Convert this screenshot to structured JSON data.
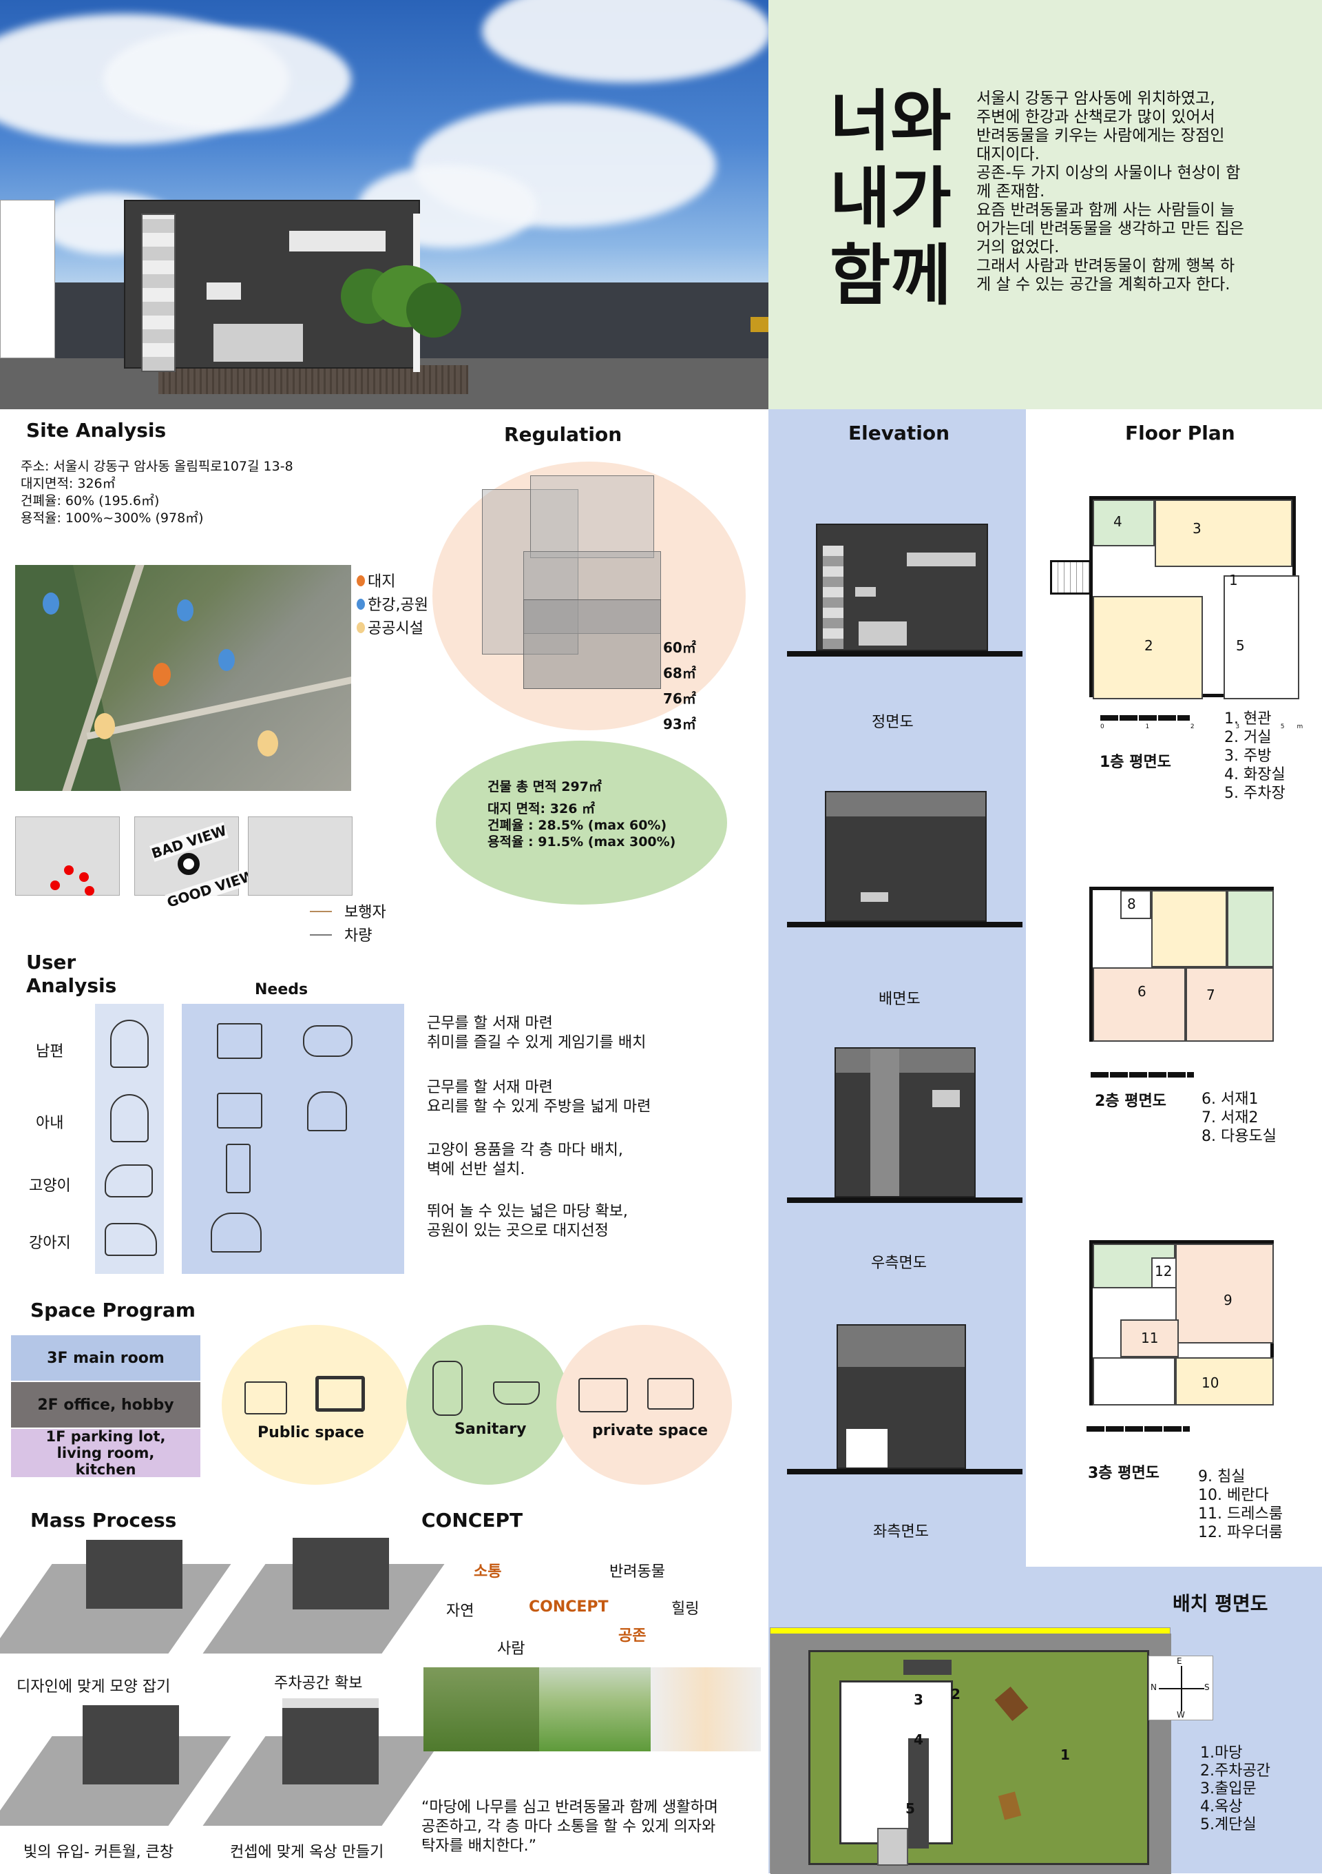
{
  "title": {
    "line1": "너와",
    "line2": "내가",
    "line3": "함께"
  },
  "intro": "서울시 강동구 암사동에 위치하였고,\n주변에 한강과 산책로가 많이 있어서\n반려동물을 키우는 사람에게는 장점인\n대지이다.\n공존-두 가지 이상의 사물이나 현상이 함\n께 존재함.\n요즘 반려동물과 함께 사는 사람들이 늘\n어가는데 반려동물을 생각하고 만든 집은\n거의 없었다.\n그래서 사람과 반려동물이 함께 행복 하\n게 살 수 있는 공간을 계획하고자 한다.",
  "site_analysis": {
    "heading": "Site Analysis",
    "info": "주소: 서울시 강동구 암사동 올림픽로107길 13-8\n대지면적: 326㎡\n건폐율: 60% (195.6㎡)\n용적율: 100%~300% (978㎡)",
    "legend": [
      "대지",
      "한강,공원",
      "공공시설"
    ],
    "legend_colors": [
      "#e87a2e",
      "#4a8fd8",
      "#f3d08a"
    ],
    "bad_view": "BAD VIEW",
    "good_view": "GOOD VIEW",
    "traffic": [
      "보행자",
      "차량"
    ]
  },
  "regulation": {
    "heading": "Regulation",
    "areas": [
      "60㎡",
      "68㎡",
      "76㎡",
      "93㎡"
    ],
    "summary_title": "건물 총 면적 297㎡",
    "summary": "대지 면적: 326 ㎡\n건폐율 : 28.5% (max 60%)\n용적율 : 91.5% (max 300%)"
  },
  "elevation": {
    "heading": "Elevation",
    "labels": [
      "정면도",
      "배면도",
      "우측면도",
      "좌측면도"
    ]
  },
  "floor_plan": {
    "heading": "Floor Plan",
    "floors": [
      {
        "name": "1층 평면도",
        "rooms": "1. 현관\n2. 거실\n3. 주방\n4. 화장실\n5. 주차장"
      },
      {
        "name": "2층 평면도",
        "rooms": "6. 서재1\n7. 서재2\n8. 다용도실"
      },
      {
        "name": "3층 평면도",
        "rooms": "9. 침실\n10. 베란다\n11. 드레스룸\n12. 파우더룸"
      }
    ],
    "scale_ticks": [
      "0",
      "1",
      "2",
      "3",
      "5m"
    ]
  },
  "user_analysis": {
    "heading": "User\nAnalysis",
    "needs_heading": "Needs",
    "users": [
      "남편",
      "아내",
      "고양이",
      "강아지"
    ],
    "needs": [
      "근무를 할 서재 마련\n취미를 즐길 수 있게 게임기를 배치",
      "근무를 할 서재 마련\n요리를 할 수 있게 주방을 넓게 마련",
      "고양이 용품을 각 층 마다 배치,\n벽에 선반 설치.",
      "뛰어 놀 수 있는 넓은 마당 확보,\n공원이 있는 곳으로 대지선정"
    ]
  },
  "space_program": {
    "heading": "Space Program",
    "floors": [
      "3F main room",
      "2F office, hobby",
      "1F parking lot, living room, kitchen"
    ],
    "floor_colors": [
      "#b4c6e7",
      "#767171",
      "#d9c3e5"
    ],
    "zones": [
      "Public space",
      "Sanitary",
      "private space"
    ],
    "zone_colors": [
      "#fff2cc",
      "#c5e0b4",
      "#fbe5d6"
    ]
  },
  "mass_process": {
    "heading": "Mass Process",
    "steps": [
      "디자인에 맞게 모양 잡기",
      "주차공간 확보",
      "빛의 유입- 커튼월, 큰창",
      "컨셉에 맞게 옥상 만들기"
    ]
  },
  "concept": {
    "heading": "CONCEPT",
    "words": [
      "소통",
      "반려동물",
      "자연",
      "CONCEPT",
      "힐링",
      "공존",
      "사람"
    ],
    "quote": "“마당에 나무를 심고 반려동물과 함께 생활하며\n공존하고, 각 층 마다 소통을 할 수 있게 의자와\n탁자를 배치한다.”"
  },
  "site_plan": {
    "heading": "배치 평면도",
    "legend": "1.마당\n2.주차공간\n3.출입문\n4.옥상\n5.계단실",
    "compass": [
      "E",
      "N",
      "S",
      "W"
    ],
    "marks": [
      "1",
      "2",
      "3",
      "4",
      "5"
    ]
  }
}
